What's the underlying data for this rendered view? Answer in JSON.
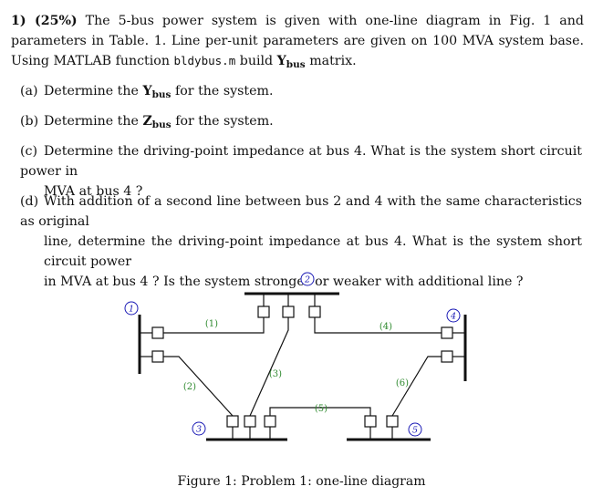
{
  "problem": {
    "header": "1) (25%)",
    "intro_a": "The 5-bus power system is given with one-line diagram in Fig. 1 and parameters in Table. 1. Line per-unit parameters are given on 100 MVA system base. Using MATLAB function",
    "code": "bldybus.m",
    "intro_b": "build",
    "ybus_main": "Y",
    "ybus_sub": "bus",
    "intro_c": "matrix."
  },
  "items": [
    {
      "label": "(a)",
      "pre": "Determine the",
      "sym": "Y",
      "sub": "bus",
      "post": "for the system."
    },
    {
      "label": "(b)",
      "pre": "Determine the",
      "sym": "Z",
      "sub": "bus",
      "post": "for the system."
    },
    {
      "label": "(c)",
      "line1": "Determine the driving-point impedance at bus 4. What is the system short circuit power in",
      "line2": "MVA at bus 4 ?"
    },
    {
      "label": "(d)",
      "line1": "With addition of a second line between bus 2 and 4 with the same characteristics as original",
      "line2": "line, determine the driving-point impedance at bus 4. What is the system short circuit power",
      "line3": "in MVA at bus 4 ? Is the system stronger or weaker with additional line ?"
    }
  ],
  "diagram": {
    "bus_labels": [
      "1",
      "2",
      "3",
      "4",
      "5"
    ],
    "line_labels": [
      "(1)",
      "(2)",
      "(3)",
      "(4)",
      "(5)",
      "(6)"
    ],
    "bus_label_color": "#1a1ab5",
    "line_label_color": "#2f8a2f"
  },
  "caption": "Figure 1: Problem 1: one-line diagram"
}
